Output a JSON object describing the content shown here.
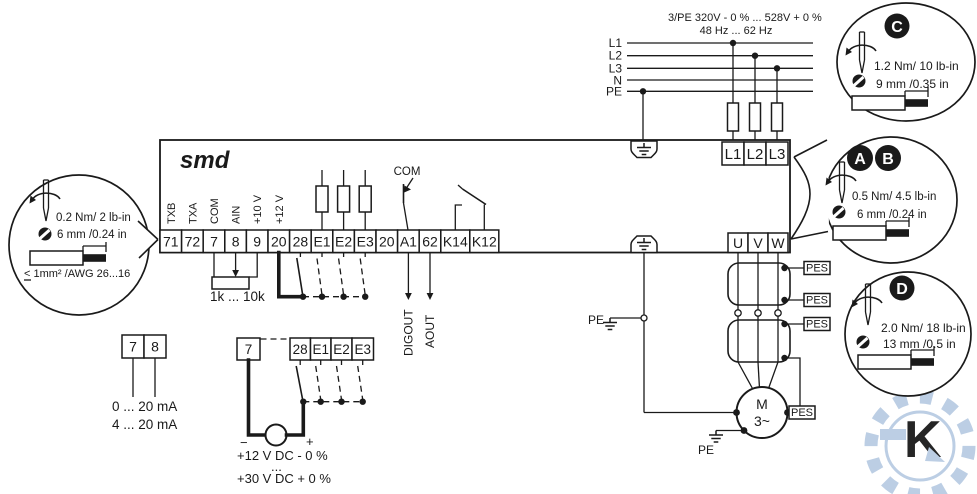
{
  "supply": {
    "spec": "3/PE  320V - 0 % ... 528V + 0 %",
    "freq": "48 Hz ... 62 Hz",
    "lines": [
      "L1",
      "L2",
      "L3",
      "N",
      "PE"
    ]
  },
  "drive": {
    "logo": "smd",
    "signal_labels": [
      "TXB",
      "TXA",
      "COM",
      "AIN",
      "+10 V",
      "+12 V"
    ],
    "terminals": [
      "71",
      "72",
      "7",
      "8",
      "9",
      "20",
      "28",
      "E1",
      "E2",
      "E3",
      "20",
      "A1",
      "62",
      "K14",
      "K12"
    ],
    "com": "COM",
    "digout": "DIGOUT",
    "aout": "AOUT",
    "mains_terminals": [
      "L1",
      "L2",
      "L3"
    ],
    "motor_terminals": [
      "U",
      "V",
      "W"
    ]
  },
  "analog": {
    "pot": "1k ... 10k"
  },
  "current_source": {
    "terminals": [
      "7",
      "8"
    ],
    "range1": "0 ... 20 mA",
    "range2": "4 ... 20 mA"
  },
  "voltage_source": {
    "terminals": [
      "7",
      "28",
      "E1",
      "E2",
      "E3"
    ],
    "minus": "−",
    "plus": "+",
    "line1": "+12 V DC - 0 %",
    "dots": "...",
    "line2": "+30 V DC + 0 %"
  },
  "motor": {
    "m": "M",
    "phase": "3~",
    "pe": "PE"
  },
  "ground": {
    "pe_mid": "PE"
  },
  "pes_labels": [
    "PES",
    "PES",
    "PES",
    "PES"
  ],
  "callouts": {
    "left": {
      "torque": "0.2 Nm/ 2 lb-in",
      "strip": "6 mm /0.24 in",
      "wire": "< 1mm² /AWG 26...16"
    },
    "c": {
      "id": "C",
      "torque": "1.2 Nm/ 10 lb-in",
      "strip": "9 mm /0.35 in"
    },
    "ab": {
      "id_a": "A",
      "id_b": "B",
      "torque": "0.5 Nm/ 4.5 lb-in",
      "strip": "6 mm /0.24 in"
    },
    "d": {
      "id": "D",
      "torque": "2.0 Nm/ 18 lb-in",
      "strip": "13 mm /0.5 in"
    }
  },
  "watermark": {
    "letter": "K",
    "color": "#b9cce3"
  },
  "colors": {
    "ink": "#1a1a1a",
    "bg": "#ffffff"
  }
}
